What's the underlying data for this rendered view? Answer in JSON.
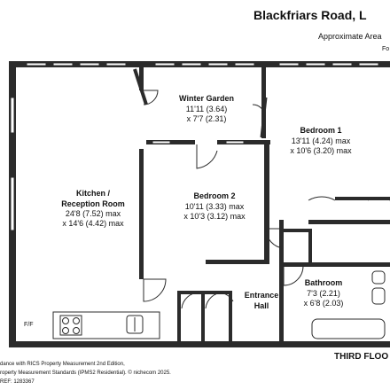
{
  "header": {
    "title": "Blackfriars Road, L",
    "subtitle": "Approximate Area",
    "sub2": "Fo"
  },
  "rooms": {
    "kitchen": {
      "name1": "Kitchen /",
      "name2": "Reception Room",
      "dim1": "24'8 (7.52) max",
      "dim2": "x 14'6 (4.42) max"
    },
    "winter_garden": {
      "name": "Winter Garden",
      "dim1": "11'11 (3.64)",
      "dim2": "x 7'7 (2.31)"
    },
    "bedroom1": {
      "name": "Bedroom 1",
      "dim1": "13'11 (4.24) max",
      "dim2": "x 10'6 (3.20) max"
    },
    "bedroom2": {
      "name": "Bedroom 2",
      "dim1": "10'11 (3.33) max",
      "dim2": "x 10'3 (3.12) max"
    },
    "entrance": {
      "name1": "Entrance",
      "name2": "Hall"
    },
    "bathroom": {
      "name": "Bathroom",
      "dim1": "7'3 (2.21)",
      "dim2": "x 6'8 (2.03)"
    },
    "ff": "F/F"
  },
  "floor_label": "THIRD FLOO",
  "footer": {
    "line1": "dance with RICS Property Measurement 2nd Edition,",
    "line2": "roperty Measurement Standards (IPMS2 Residential).  © nichecom 2025.",
    "line3": "REF:  1283367"
  },
  "colors": {
    "wall": "#2b2b2b",
    "window": "#ffffff",
    "text": "#111111"
  }
}
